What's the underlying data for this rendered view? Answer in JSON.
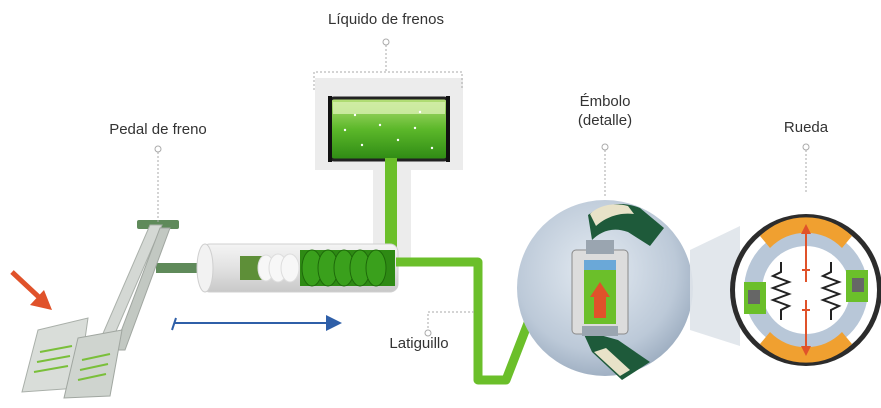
{
  "labels": {
    "brake_fluid": "Líquido de frenos",
    "brake_pedal": "Pedal de freno",
    "piston_line1": "Émbolo",
    "piston_line2": "(detalle)",
    "wheel": "Rueda",
    "brake_hose": "Latiguillo"
  },
  "colors": {
    "fluid_green": "#6bbf2a",
    "fluid_dark": "#2e8a14",
    "pedal_gray": "#c9cfc9",
    "arrow_red": "#e0522a",
    "arrow_blue": "#2f5fa8",
    "pad_orange": "#f0a030",
    "bubble_blue": "#b9c6d6"
  },
  "icons": [
    "pedal-icon",
    "master-cylinder-icon",
    "reservoir-icon",
    "piston-detail-icon",
    "wheel-detail-icon"
  ]
}
